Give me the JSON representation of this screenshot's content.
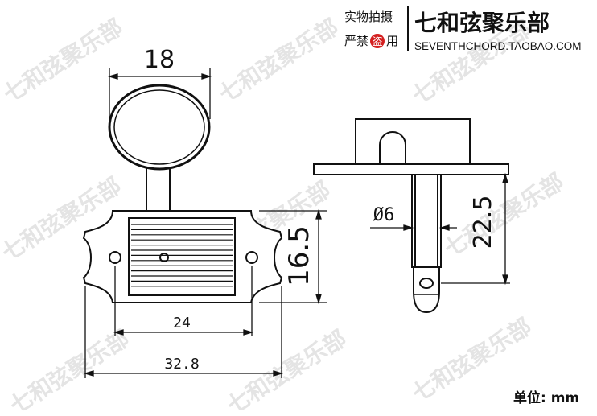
{
  "header": {
    "line1": "实物拍摄",
    "line2_prefix": "严禁",
    "line2_stamp": "盗",
    "line2_suffix": "用",
    "brand": "七和弦聚乐部",
    "url": "SEVENTHCHORD.TAOBAO.COM",
    "stamp_color": "#d42020"
  },
  "watermark": {
    "text": "七和弦聚乐部"
  },
  "dimensions": {
    "knob_width": "18",
    "base_height": "16.5",
    "hole_spacing": "24",
    "overall_width": "32.8",
    "shaft_diameter": "Ø6",
    "shaft_length": "22.5"
  },
  "unit_label": "单位: mm"
}
